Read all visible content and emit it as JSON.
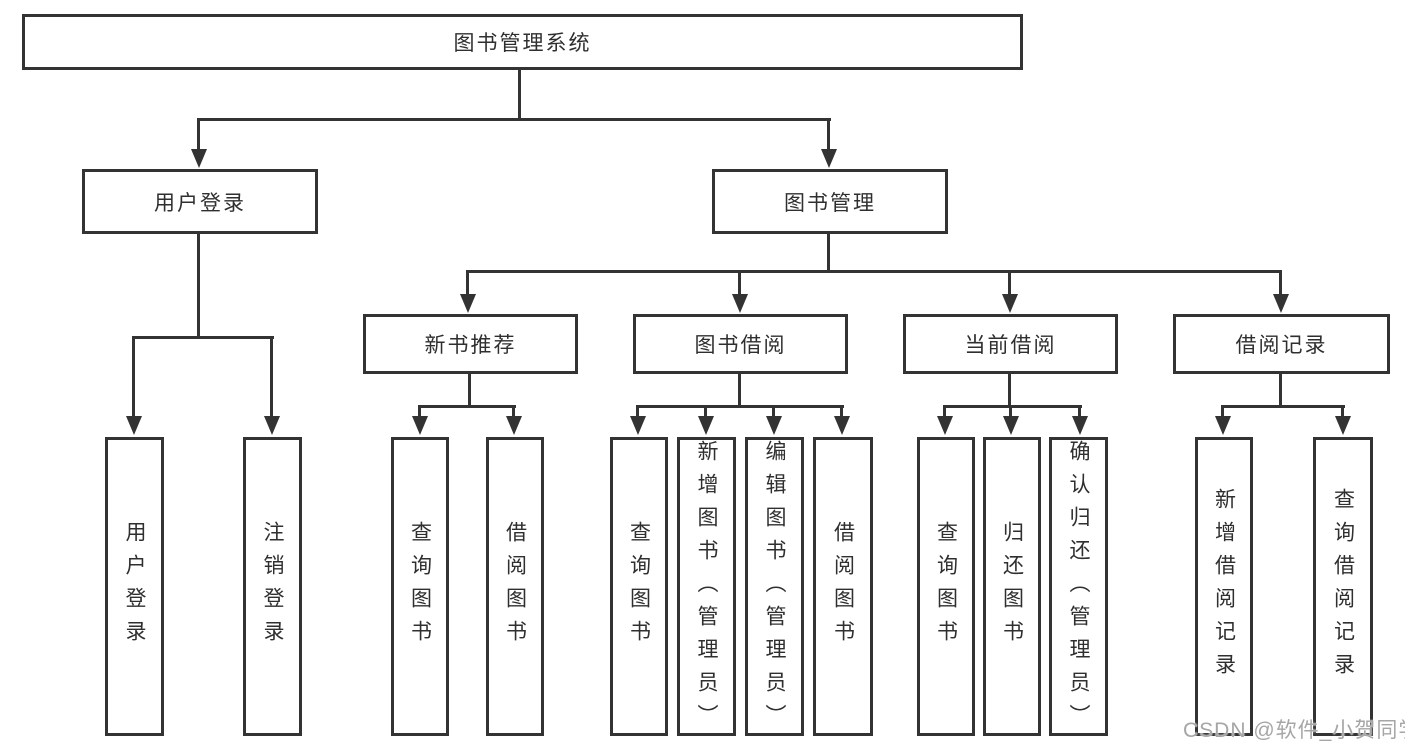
{
  "colors": {
    "line": "#333333",
    "text": "#2f2f2f",
    "watermark": "#a6a6a6",
    "background": "#ffffff"
  },
  "tree": {
    "root": "图书管理系统",
    "branches": [
      {
        "label": "用户登录",
        "leaves": [
          "用户登录",
          "注销登录"
        ]
      },
      {
        "label": "图书管理",
        "children": [
          {
            "label": "新书推荐",
            "leaves": [
              "查询图书",
              "借阅图书"
            ]
          },
          {
            "label": "图书借阅",
            "leaves": [
              "查询图书",
              "新增图书（管理员）",
              "编辑图书（管理员）",
              "借阅图书"
            ]
          },
          {
            "label": "当前借阅",
            "leaves": [
              "查询图书",
              "归还图书",
              "确认归还（管理员）"
            ]
          },
          {
            "label": "借阅记录",
            "leaves": [
              "新增借阅记录",
              "查询借阅记录"
            ]
          }
        ]
      }
    ]
  },
  "watermark": {
    "text": "CSDN @软件_小贺同学"
  }
}
